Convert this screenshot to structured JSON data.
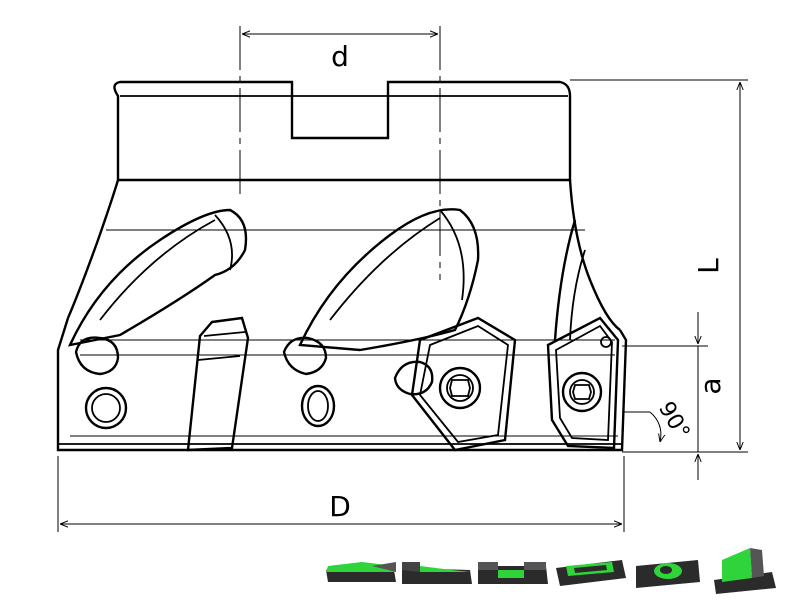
{
  "dimensions": {
    "d": "d",
    "D": "D",
    "L": "L",
    "a": "a",
    "angle": "90°"
  },
  "colors": {
    "line": "#000000",
    "insert_green": "#2fd43a",
    "icon_dark": "#2b2b2b",
    "icon_mid": "#555555"
  },
  "operation_icons": [
    "face-milling-icon",
    "shoulder-milling-icon",
    "slot-milling-icon",
    "pocket-milling-icon",
    "circular-interpolation-icon",
    "ramping-icon"
  ]
}
